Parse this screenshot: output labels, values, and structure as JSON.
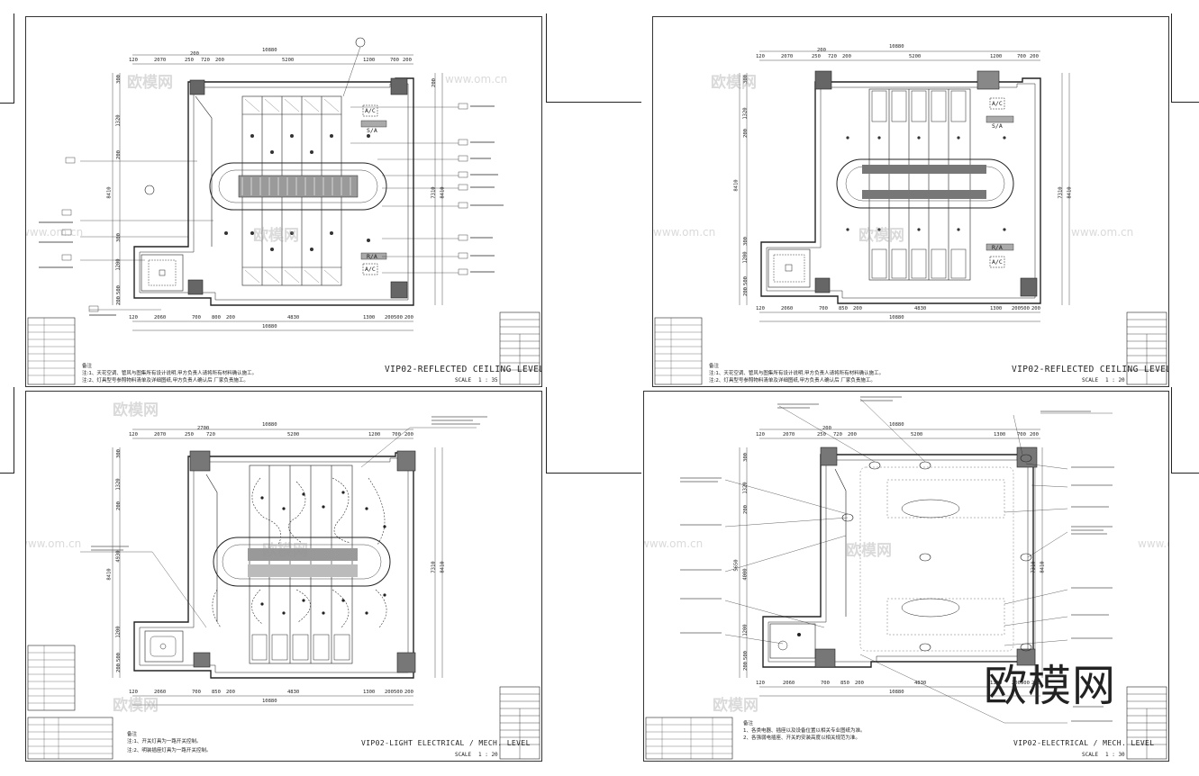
{
  "sheets": {
    "tl": {
      "title": "VIP02-REFLECTED CEILING LEVEL",
      "scale_label": "SCALE",
      "scale_value": "1 : 35",
      "top_total": "10880",
      "top_dims": [
        "120",
        "2070",
        "250",
        "720",
        "200",
        "5200",
        "1200",
        "700",
        "200"
      ],
      "top_sub": "200",
      "bottom_total": "10880",
      "bottom_dims": [
        "120",
        "2060",
        "700",
        "800",
        "200",
        "4830",
        "1300",
        "200",
        "500",
        "200"
      ],
      "left_dims": [
        "300",
        "1320",
        "200",
        "8410",
        "300",
        "1200",
        "500",
        "200"
      ],
      "right_dims": [
        "200",
        "7310",
        "8410"
      ],
      "tags": [
        "A/C",
        "S/A",
        "R/A",
        "A/C"
      ],
      "notes_title": "备注",
      "note1": "注:1、天花空调、管风与图集所有设计说明,甲方负责人请将所有材料确认施工。",
      "note2": "注:2、灯具型号参照物料清单及详细图纸,甲方负责人确认后 厂家负责施工。"
    },
    "tr": {
      "title": "VIP02-REFLECTED CEILING LEVEL",
      "scale_label": "SCALE",
      "scale_value": "1 : 20",
      "top_total": "10880",
      "top_dims": [
        "120",
        "2070",
        "250",
        "720",
        "200",
        "5200",
        "1200",
        "700",
        "200"
      ],
      "top_sub": "200",
      "bottom_total": "10880",
      "bottom_dims": [
        "120",
        "2060",
        "700",
        "850",
        "200",
        "4830",
        "1300",
        "200",
        "500",
        "200"
      ],
      "left_dims": [
        "300",
        "1320",
        "200",
        "8410",
        "300",
        "1200",
        "500",
        "200"
      ],
      "right_dims": [
        "7310",
        "8410"
      ],
      "tags": [
        "A/C",
        "S/A",
        "R/A",
        "A/C"
      ],
      "notes_title": "备注",
      "note1": "注:1、天花空调、管风与图集所有设计说明,甲方负责人请将所有材料确认施工。",
      "note2": "注:2、灯具型号参照物料清单及详细图纸,甲方负责人确认后 厂家负责施工。"
    },
    "bl": {
      "title": "VIP02-LIGHT ELECTRICAL / MECH. LEVEL",
      "scale_label": "SCALE",
      "scale_value": "1 : 20",
      "top_total": "10880",
      "top_dims": [
        "120",
        "2070",
        "250",
        "720",
        "5200",
        "1200",
        "700",
        "200"
      ],
      "top_sub": "2700",
      "bottom_total": "10880",
      "bottom_dims": [
        "120",
        "2060",
        "700",
        "850",
        "200",
        "4830",
        "1300",
        "200",
        "500",
        "200"
      ],
      "left_dims": [
        "300",
        "1320",
        "200",
        "4930",
        "8410",
        "1200",
        "500",
        "200"
      ],
      "right_dims": [
        "7310",
        "8410"
      ],
      "notes_title": "备注",
      "note1": "注:1、开关灯具为一路开关控制。",
      "note2": "注:2、明装插座灯具为一路开关控制。"
    },
    "br": {
      "title": "VIP02-ELECTRICAL / MECH. LEVEL",
      "scale_label": "SCALE",
      "scale_value": "1 : 30",
      "top_total": "10880",
      "top_dims": [
        "120",
        "2070",
        "250",
        "720",
        "200",
        "5200",
        "1300",
        "700",
        "200"
      ],
      "top_sub": "200",
      "bottom_total": "10880",
      "bottom_dims": [
        "120",
        "2060",
        "700",
        "850",
        "200",
        "4830",
        "1300",
        "200",
        "500",
        "200"
      ],
      "left_dims": [
        "300",
        "1320",
        "200",
        "4000",
        "5650",
        "1200",
        "500",
        "200"
      ],
      "right_dims": [
        "7310",
        "8410"
      ],
      "notes_title": "备注",
      "note1": "1、各类电器、插座以及设备位置以相关专业图纸为准。",
      "note2": "2、各强弱电插座、开关的安装高度以相关规范为准。"
    }
  },
  "watermarks": {
    "url": "www.om.cn",
    "brand": "欧模网",
    "logo": "欧模网"
  },
  "colors": {
    "line": "#222222",
    "fill_dark": "#555555",
    "fill_hatch": "#999999",
    "watermark": "#c8c8c8"
  }
}
